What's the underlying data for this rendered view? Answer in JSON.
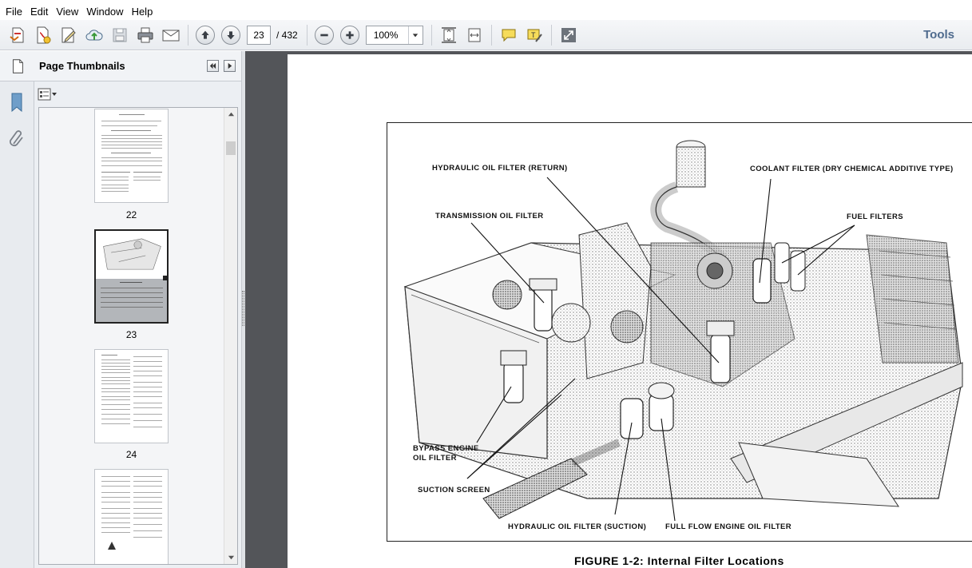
{
  "menu": {
    "items": [
      "File",
      "Edit",
      "View",
      "Window",
      "Help"
    ]
  },
  "toolbar": {
    "page_current": "23",
    "page_total": "/ 432",
    "zoom": "100%",
    "tools_label": "Tools"
  },
  "thumbnails": {
    "title": "Page Thumbnails",
    "pages": [
      {
        "label": "22"
      },
      {
        "label": "23"
      },
      {
        "label": "24"
      },
      {
        "label": ""
      }
    ]
  },
  "figure": {
    "callouts": {
      "hydraulic_return": "HYDRAULIC OIL FILTER (RETURN)",
      "coolant": "COOLANT FILTER (DRY CHEMICAL ADDITIVE TYPE)",
      "transmission": "TRANSMISSION OIL FILTER",
      "fuel": "FUEL FILTERS",
      "bypass_line1": "BYPASS ENGINE",
      "bypass_line2": "OIL FILTER",
      "suction_screen": "SUCTION SCREEN",
      "hydraulic_suction": "HYDRAULIC OIL FILTER (SUCTION)",
      "full_flow": "FULL FLOW ENGINE OIL FILTER"
    },
    "caption": "FIGURE 1-2: Internal Filter Locations"
  },
  "colors": {
    "accent": "#4f6b8e",
    "viewer_bg": "#535559",
    "panel_bg": "#eceff3"
  }
}
